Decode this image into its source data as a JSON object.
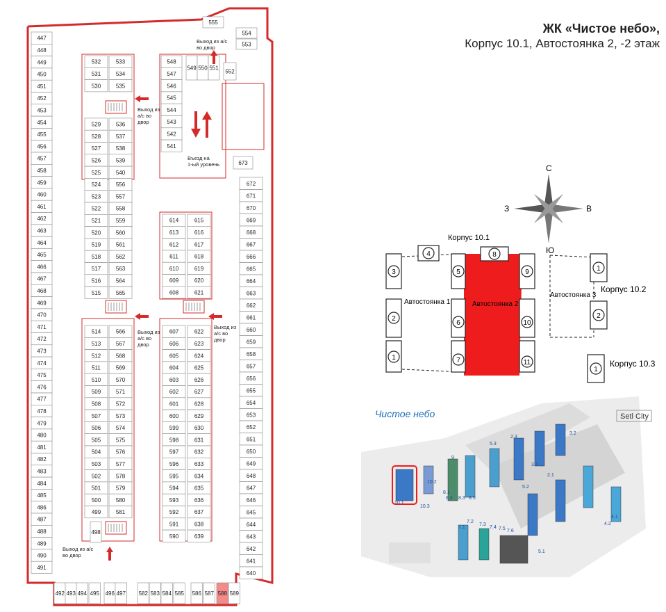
{
  "title": {
    "line1": "ЖК «Чистое небо»,",
    "line2": "Корпус 10.1, Автостоянка 2, -2 этаж"
  },
  "colors": {
    "wall": "#d42a2a",
    "highlight_space": "#f48a8a",
    "highlight_parking": "#ee1c1c",
    "text": "#222222"
  },
  "plan": {
    "left_col": [
      "447",
      "448",
      "449",
      "450",
      "451",
      "452",
      "453",
      "454",
      "455",
      "456",
      "457",
      "458",
      "459",
      "460",
      "461",
      "462",
      "463",
      "464",
      "465",
      "466",
      "467",
      "468",
      "469",
      "470",
      "471",
      "472",
      "473",
      "474",
      "475",
      "476",
      "477",
      "478",
      "479",
      "480",
      "481",
      "482",
      "483",
      "484",
      "485",
      "486",
      "487",
      "488",
      "489",
      "490",
      "491"
    ],
    "bottom_row": [
      "492",
      "493",
      "494",
      "495",
      "496",
      "497",
      "582",
      "583",
      "584",
      "585",
      "586",
      "587",
      "588",
      "589"
    ],
    "highlighted_space": "588",
    "right_col": [
      "672",
      "671",
      "670",
      "669",
      "668",
      "667",
      "666",
      "665",
      "664",
      "663",
      "662",
      "661",
      "660",
      "659",
      "658",
      "657",
      "656",
      "655",
      "654",
      "653",
      "652",
      "651",
      "650",
      "649",
      "648",
      "647",
      "646",
      "645",
      "644",
      "643",
      "642",
      "641",
      "640"
    ],
    "top_right": [
      "555",
      "554",
      "553",
      "552",
      "673"
    ],
    "top_middle": [
      "548",
      "547",
      "546",
      "545",
      "544",
      "543",
      "542",
      "541",
      "549",
      "550",
      "551"
    ],
    "island_a_left": [
      "532",
      "531",
      "530",
      "529",
      "528",
      "527",
      "526",
      "525",
      "524",
      "523",
      "522",
      "521",
      "520",
      "519",
      "518",
      "517",
      "516",
      "515"
    ],
    "island_a_right": [
      "533",
      "534",
      "535",
      "536",
      "537",
      "538",
      "539",
      "540",
      "556",
      "557",
      "558",
      "559",
      "560",
      "561",
      "562",
      "563",
      "564",
      "565"
    ],
    "island_b_left": [
      "514",
      "513",
      "512",
      "511",
      "510",
      "509",
      "508",
      "507",
      "506",
      "505",
      "504",
      "503",
      "502",
      "501",
      "500",
      "499"
    ],
    "island_b_right": [
      "566",
      "567",
      "568",
      "569",
      "570",
      "571",
      "572",
      "573",
      "574",
      "575",
      "576",
      "577",
      "578",
      "579",
      "580",
      "581"
    ],
    "island_c_left": [
      "614",
      "613",
      "612",
      "611",
      "610",
      "609",
      "608"
    ],
    "island_c_right": [
      "615",
      "616",
      "617",
      "618",
      "619",
      "620",
      "621"
    ],
    "island_d_left": [
      "607",
      "606",
      "605",
      "604",
      "603",
      "602",
      "601",
      "600",
      "599",
      "598",
      "597",
      "596",
      "595",
      "594",
      "593",
      "592",
      "591",
      "590"
    ],
    "island_d_right": [
      "622",
      "623",
      "624",
      "625",
      "626",
      "627",
      "628",
      "629",
      "630",
      "631",
      "632",
      "633",
      "634",
      "635",
      "636",
      "637",
      "638",
      "639"
    ],
    "misc": [
      "498"
    ],
    "labels": {
      "exit_top": "Выход из а/с во двор",
      "exit_mid_top": "Выход из а/с во двор",
      "exit_mid_left": "Выход из а/с во двор",
      "exit_mid_right": "Выход из а/с во двор",
      "exit_bottom": "Выход из а/с во двор",
      "entrance": "Въезд на 1-ый уровень"
    }
  },
  "compass": {
    "n": "С",
    "s": "Ю",
    "w": "З",
    "e": "В"
  },
  "keyplan": {
    "korpus_101": "Корпус 10.1",
    "korpus_102": "Корпус 10.2",
    "korpus_103": "Корпус 10.3",
    "parking1": "Автостоянка 1",
    "parking2": "Автостоянка 2",
    "parking3": "Автостоянка 3",
    "sections": [
      "1",
      "2",
      "3",
      "4",
      "5",
      "6",
      "7",
      "8",
      "9",
      "10",
      "11",
      "1",
      "2",
      "1"
    ]
  },
  "sitemap": {
    "brand": "Setl City",
    "logo": "Чистое небо",
    "zones": [
      "10.1",
      "10.3",
      "10.2",
      "8.1",
      "8.4",
      "8.3",
      "8.5",
      "7.2",
      "7.1",
      "7.3",
      "7.4",
      "7.5",
      "7.6",
      "5.3",
      "2.3",
      "3.2",
      "3.1",
      "2.1",
      "5.2",
      "5.1",
      "4.1",
      "4.2",
      "9"
    ]
  }
}
